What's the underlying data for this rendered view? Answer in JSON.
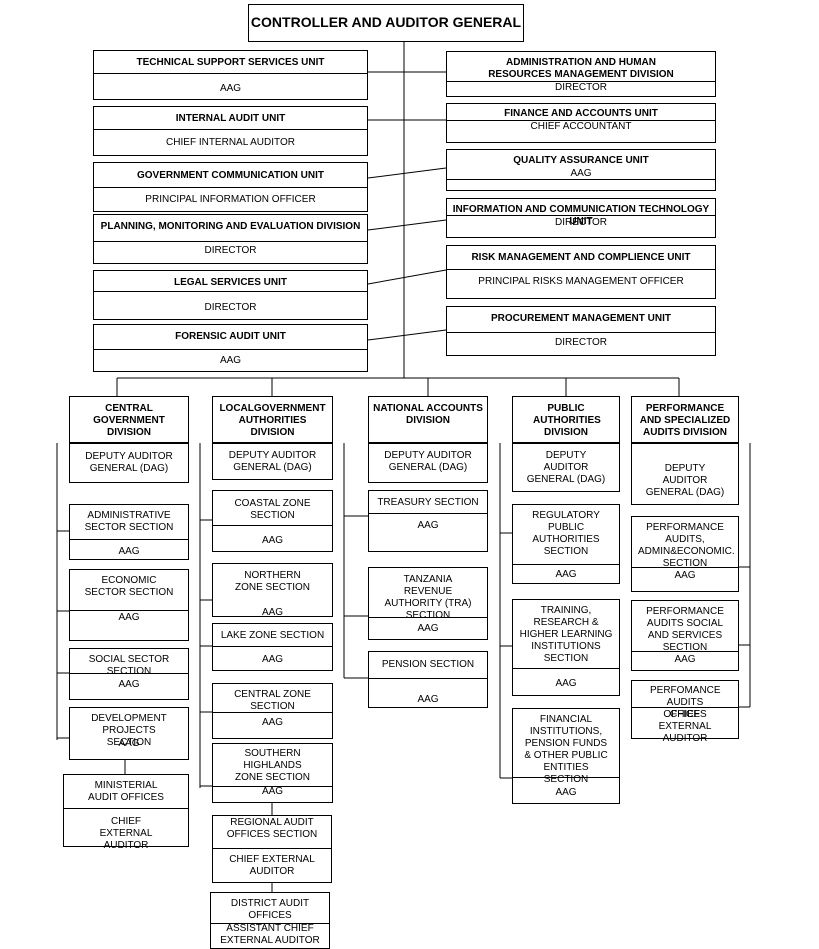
{
  "top": {
    "title": "CONTROLLER AND AUDITOR GENERAL"
  },
  "left_units": [
    {
      "name": "TECHNICAL SUPPORT SERVICES UNIT",
      "head": "AAG"
    },
    {
      "name": "INTERNAL AUDIT UNIT",
      "head": "CHIEF INTERNAL AUDITOR"
    },
    {
      "name": "GOVERNMENT COMMUNICATION UNIT",
      "head": "PRINCIPAL INFORMATION OFFICER"
    },
    {
      "name": "PLANNING, MONITORING AND EVALUATION DIVISION",
      "head": "DIRECTOR"
    },
    {
      "name": "LEGAL SERVICES UNIT",
      "head": "DIRECTOR"
    },
    {
      "name": "FORENSIC AUDIT UNIT",
      "head": "AAG"
    }
  ],
  "right_units": [
    {
      "name": "ADMINISTRATION AND HUMAN RESOURCES MANAGEMENT DIVISION",
      "head": "DIRECTOR"
    },
    {
      "name": "FINANCE AND ACCOUNTS UNIT",
      "head": "CHIEF ACCOUNTANT"
    },
    {
      "name": "QUALITY ASSURANCE UNIT",
      "head": "AAG"
    },
    {
      "name": "INFORMATION AND COMMUNICATION TECHNOLOGY UNIT",
      "head": "DIRECTOR"
    },
    {
      "name": "RISK MANAGEMENT AND COMPLIENCE UNIT",
      "head": "PRINCIPAL RISKS MANAGEMENT OFFICER"
    },
    {
      "name": "PROCUREMENT MANAGEMENT UNIT",
      "head": "DIRECTOR"
    }
  ],
  "divisions": {
    "central": {
      "name": "CENTRAL GOVERNMENT DIVISION",
      "head": "DEPUTY AUDITOR GENERAL (DAG)",
      "sections": [
        {
          "name": "ADMINISTRATIVE SECTOR SECTION",
          "head": "AAG"
        },
        {
          "name": "ECONOMIC SECTOR SECTION",
          "head": "AAG"
        },
        {
          "name": "SOCIAL SECTOR SECTION",
          "head": "AAG"
        },
        {
          "name": "DEVELOPMENT PROJECTS SECTION",
          "head": "AAG"
        }
      ],
      "ministerial": {
        "name": "MINISTERIAL AUDIT OFFICES",
        "head": "CHIEF EXTERNAL AUDITOR"
      }
    },
    "local": {
      "name": "LOCALGOVERNMENT AUTHORITIES DIVISION",
      "head": "DEPUTY AUDITOR GENERAL (DAG)",
      "sections": [
        {
          "name": "COASTAL ZONE SECTION",
          "head": "AAG"
        },
        {
          "name": "NORTHERN ZONE SECTION",
          "head": "AAG"
        },
        {
          "name": "LAKE ZONE SECTION",
          "head": "AAG"
        },
        {
          "name": "CENTRAL ZONE SECTION",
          "head": "AAG"
        },
        {
          "name": "SOUTHERN HIGHLANDS ZONE SECTION",
          "head": "AAG"
        }
      ],
      "regional": {
        "name": "REGIONAL AUDIT OFFICES SECTION",
        "head": "CHIEF EXTERNAL AUDITOR"
      },
      "district": {
        "name": "DISTRICT AUDIT OFFICES",
        "head": "ASSISTANT CHIEF EXTERNAL AUDITOR"
      }
    },
    "national": {
      "name": "NATIONAL ACCOUNTS DIVISION",
      "head": "DEPUTY AUDITOR GENERAL (DAG)",
      "sections": [
        {
          "name": "TREASURY SECTION",
          "head": "AAG"
        },
        {
          "name": "TANZANIA REVENUE AUTHORITY (TRA) SECTION",
          "head": "AAG"
        },
        {
          "name": "PENSION SECTION",
          "head": "AAG"
        }
      ]
    },
    "public": {
      "name": "PUBLIC AUTHORITIES DIVISION",
      "head": "DEPUTY AUDITOR GENERAL (DAG)",
      "sections": [
        {
          "name": "REGULATORY PUBLIC AUTHORITIES SECTION",
          "head": "AAG"
        },
        {
          "name": "TRAINING, RESEARCH & HIGHER LEARNING INSTITUTIONS SECTION",
          "head": "AAG"
        },
        {
          "name": "FINANCIAL INSTITUTIONS, PENSION FUNDS & OTHER PUBLIC ENTITIES SECTION",
          "head": "AAG"
        }
      ]
    },
    "performance": {
      "name": "PERFORMANCE AND SPECIALIZED AUDITS DIVISION",
      "head": "DEPUTY AUDITOR GENERAL (DAG)",
      "sections": [
        {
          "name": "PERFORMANCE AUDITS, ADMIN&ECONOMIC. SECTION",
          "head": "AAG"
        },
        {
          "name": "PERFORMANCE AUDITS SOCIAL AND SERVICES SECTION",
          "head": "AAG"
        },
        {
          "name": "PERFOMANCE AUDITS OFFICES",
          "head": "CHIEF EXTERNAL AUDITOR"
        }
      ]
    }
  }
}
